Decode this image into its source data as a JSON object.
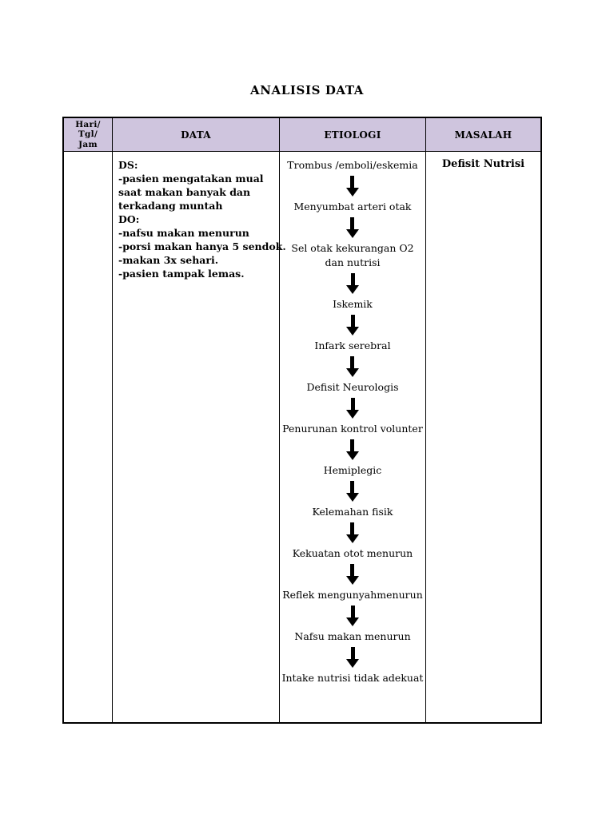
{
  "page": {
    "title": "ANALISIS DATA"
  },
  "table": {
    "colors": {
      "header_bg": "#cfc5de",
      "border": "#000000"
    },
    "columns": {
      "time": "Hari/\nTgl/\nJam",
      "data": "DATA",
      "etiologi": "ETIOLOGI",
      "masalah": "MASALAH"
    },
    "row": {
      "time": "",
      "data_lines": [
        "DS:",
        "-pasien mengatakan mual",
        "saat makan banyak dan",
        "terkadang muntah",
        "DO:",
        "-nafsu makan menurun",
        "-porsi makan hanya 5 sendok.",
        "-makan 3x sehari.",
        "-pasien tampak lemas."
      ],
      "etiologi_chain": [
        "Trombus /emboli/eskemia",
        "Menyumbat arteri otak",
        "Sel otak kekurangan O2\ndan nutrisi",
        "Iskemik",
        "Infark serebral",
        "Defisit Neurologis",
        "Penurunan kontrol volunter",
        "Hemiplegic",
        "Kelemahan fisik",
        "Kekuatan otot menurun",
        "Reflek mengunyahmenurun",
        "Nafsu makan menurun",
        "Intake nutrisi tidak adekuat"
      ],
      "masalah": "Defisit Nutrisi"
    }
  }
}
